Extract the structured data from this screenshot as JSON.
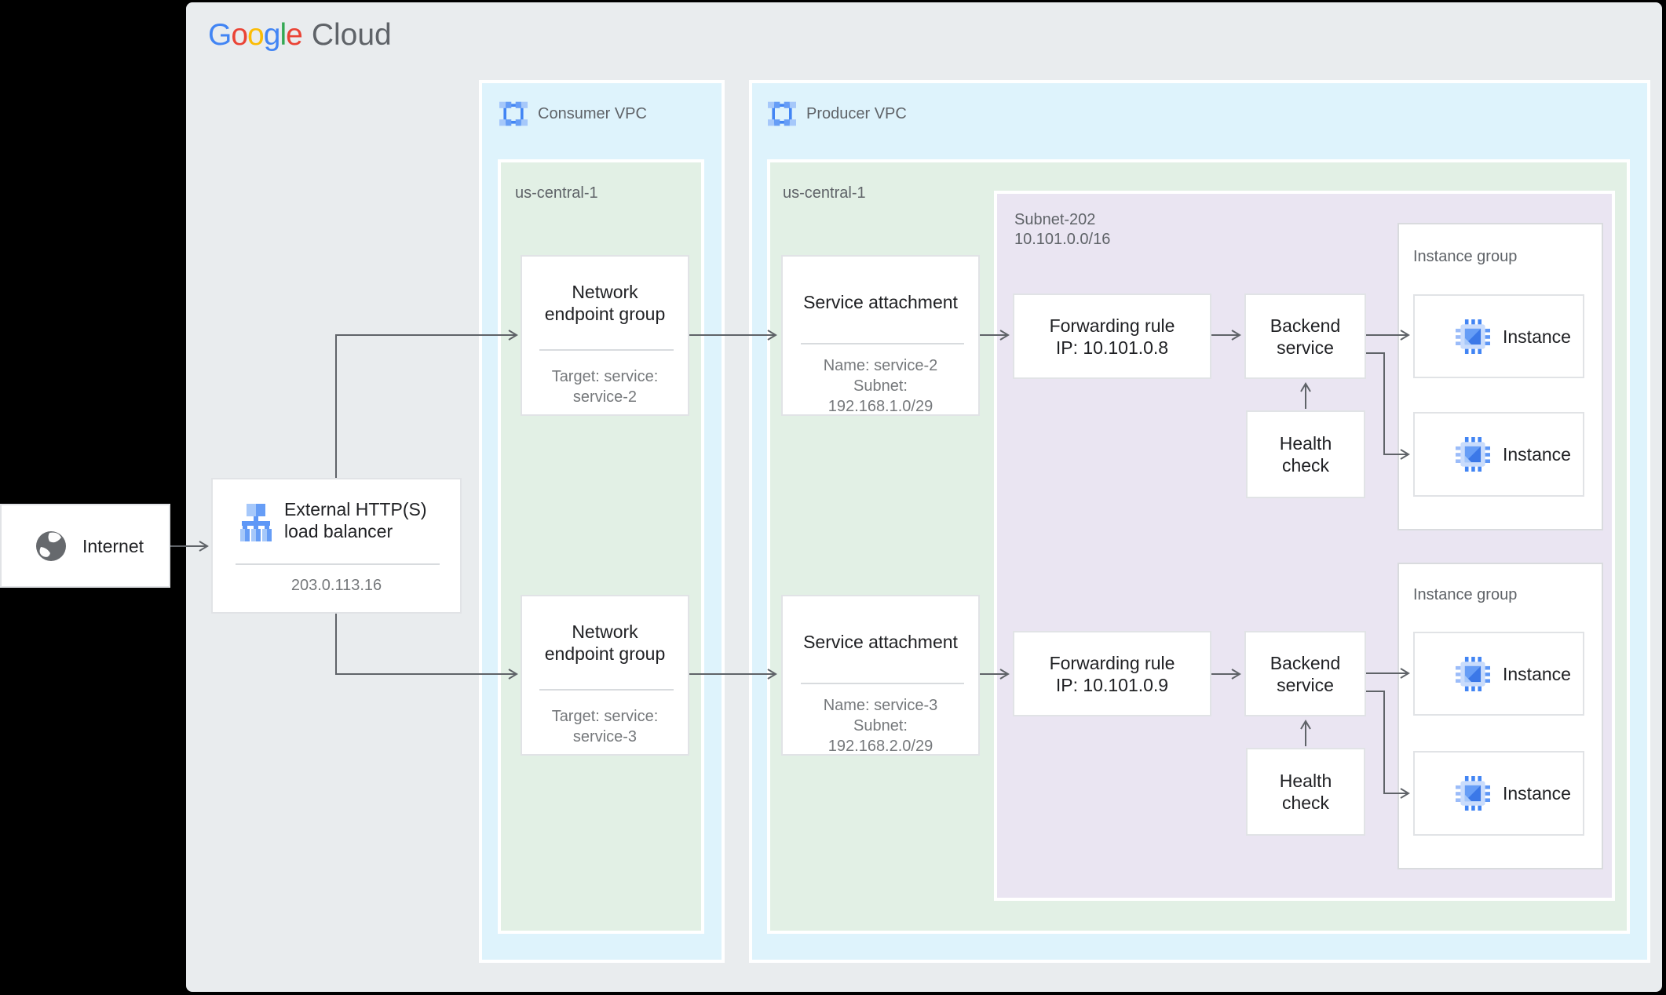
{
  "colors": {
    "canvas_bg": "#e9ecee",
    "vpc_bg": "#def3fc",
    "region_bg": "#e2f0e5",
    "subnet_bg": "#eae5f2",
    "arrow": "#5f6368",
    "google_blue": "#4285F4",
    "google_red": "#EA4335",
    "google_yellow": "#FBBC05",
    "google_green": "#34A853",
    "icon_blue": "#4285f4",
    "icon_blue_light": "#a6c8fa"
  },
  "icons": {
    "vpc": "vpc-network-icon",
    "globe": "globe-icon",
    "load_balancer": "load-balancer-icon",
    "instance": "compute-instance-icon"
  },
  "logo": {
    "letters": [
      {
        "ch": "G"
      },
      {
        "ch": "o"
      },
      {
        "ch": "o"
      },
      {
        "ch": "g"
      },
      {
        "ch": "l"
      },
      {
        "ch": "e"
      }
    ],
    "cloud": "Cloud"
  },
  "internet": {
    "label": "Internet"
  },
  "load_balancer": {
    "title": [
      "External HTTP(S)",
      "load balancer"
    ],
    "ip": "203.0.113.16"
  },
  "consumer_vpc": {
    "label": "Consumer VPC",
    "region": "us-central-1",
    "negs": [
      {
        "title": [
          "Network",
          "endpoint group"
        ],
        "sub": [
          "Target: service:",
          "service-2"
        ]
      },
      {
        "title": [
          "Network",
          "endpoint group"
        ],
        "sub": [
          "Target: service:",
          "service-3"
        ]
      }
    ]
  },
  "producer_vpc": {
    "label": "Producer VPC",
    "region": "us-central-1",
    "service_attachments": [
      {
        "title": "Service attachment",
        "sub": [
          "Name: service-2",
          "Subnet:",
          "192.168.1.0/29"
        ]
      },
      {
        "title": "Service attachment",
        "sub": [
          "Name: service-3",
          "Subnet:",
          "192.168.2.0/29"
        ]
      }
    ],
    "subnet": {
      "label": "Subnet-202",
      "cidr": "10.101.0.0/16",
      "rows": [
        {
          "forwarding_rule": [
            "Forwarding rule",
            "IP: 10.101.0.8"
          ],
          "backend_service": [
            "Backend",
            "service"
          ],
          "health_check": [
            "Health",
            "check"
          ],
          "instance_group": "Instance group",
          "instances": [
            "Instance",
            "Instance"
          ]
        },
        {
          "forwarding_rule": [
            "Forwarding rule",
            "IP: 10.101.0.9"
          ],
          "backend_service": [
            "Backend",
            "service"
          ],
          "health_check": [
            "Health",
            "check"
          ],
          "instance_group": "Instance group",
          "instances": [
            "Instance",
            "Instance"
          ]
        }
      ]
    }
  }
}
